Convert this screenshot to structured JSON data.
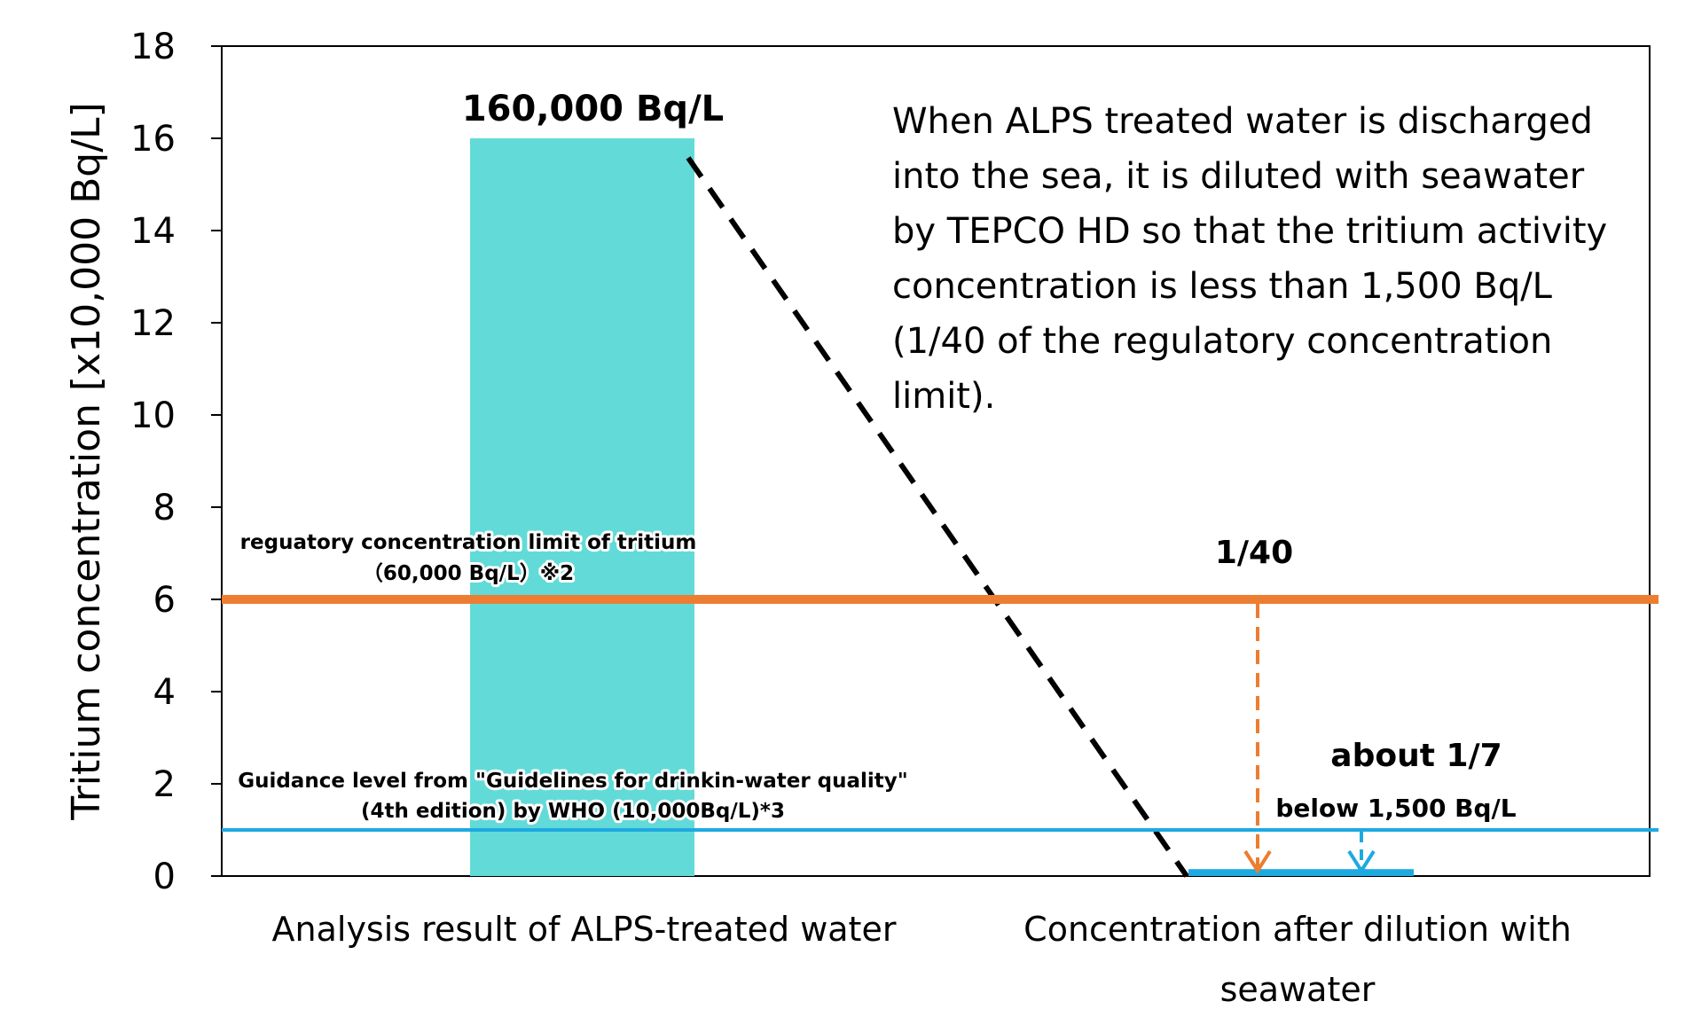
{
  "chart_data": {
    "type": "bar",
    "categories": [
      "Analysis result of ALPS-treated water",
      "Concentration after dilution with seawater"
    ],
    "category_lines": [
      [
        "Analysis result of ALPS-treated water"
      ],
      [
        "Concentration after dilution with",
        "seawater"
      ]
    ],
    "values": [
      16,
      0.15
    ],
    "ylabel": "Tritium concentration [x10,000 Bq/L]",
    "xlabel": "",
    "ylim": [
      0,
      18
    ],
    "yticks": [
      "0",
      "2",
      "4",
      "6",
      "8",
      "10",
      "12",
      "14",
      "16",
      "18"
    ],
    "grid": false,
    "bar_label": "160,000 Bq/L",
    "reference_lines": [
      {
        "value": 6,
        "color": "#ED7D31",
        "label_lines": [
          "reguatory concentration limit of tritium",
          "（60,000 Bq/L）※2"
        ]
      },
      {
        "value": 1,
        "color": "#1EA9E1",
        "label_lines": [
          "Guidance level from \"Guidelines for drinkin-water quality\"",
          "(4th edition) by WHO (10,000Bq/L)*3"
        ]
      }
    ],
    "annotations": {
      "ratio_limit": "1/40",
      "ratio_who": "about 1/7",
      "diluted_label": "below 1,500 Bq/L",
      "note_lines": [
        "When ALPS treated water is discharged",
        "into the sea, it is diluted with seawater",
        "by TEPCO HD so that the tritium activity",
        "concentration is less than 1,500 Bq/L",
        "(1/40 of the regulatory concentration",
        "limit)."
      ]
    },
    "colors": {
      "bar": "#62DBD8",
      "diluted_bar": "#1EA9E1",
      "limit_line": "#ED7D31",
      "who_line": "#1EA9E1",
      "dashed_line": "#000000"
    }
  }
}
